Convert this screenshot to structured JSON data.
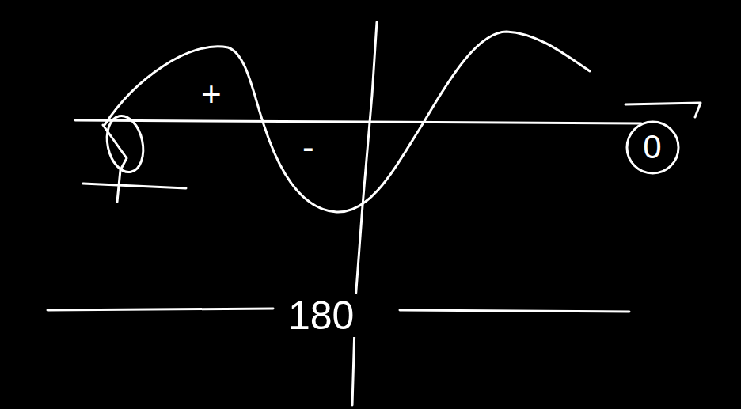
{
  "diagram": {
    "nodes": [
      {
        "text": [
          "0"
        ]
      }
    ],
    "labels": [
      "+",
      "-",
      "180"
    ]
  }
}
